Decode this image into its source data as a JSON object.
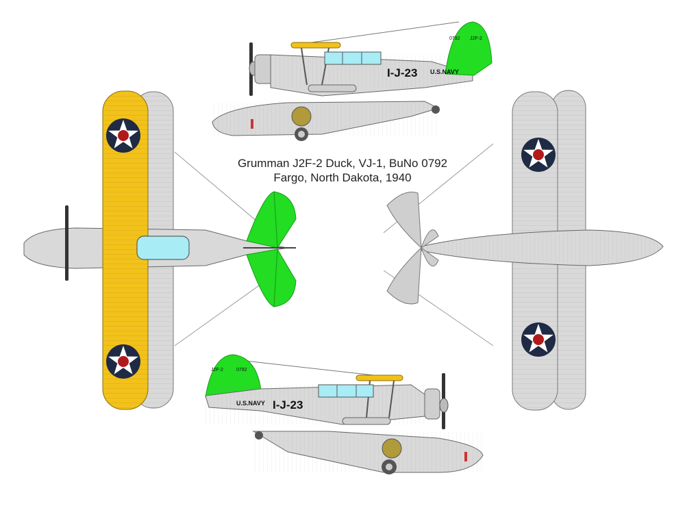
{
  "caption": {
    "line1": "Grumman J2F-2 Duck, VJ-1, BuNo 0792",
    "line2": "Fargo, North Dakota, 1940"
  },
  "markings": {
    "code": "I-J-23",
    "service": "U.S.NAVY",
    "buno_tail": "0792",
    "type_tail": "J2F-2"
  },
  "colors": {
    "aluminum": "#d9d9d9",
    "panel_line": "#8a8a8a",
    "yellow_wing": "#f2c21b",
    "tail_green": "#22dd22",
    "roundel_blue": "#1f2a44",
    "roundel_red": "#b01a1a",
    "glass": "#a8ecf5"
  },
  "views": [
    "left-side",
    "top",
    "bottom",
    "right-side"
  ]
}
